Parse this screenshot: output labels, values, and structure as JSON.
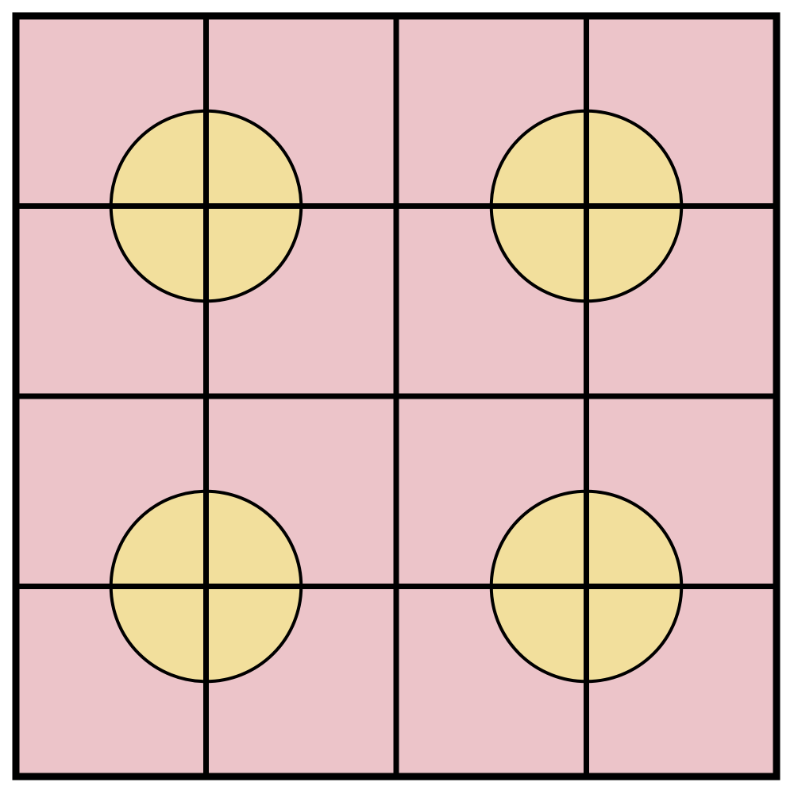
{
  "grid": {
    "rows": 4,
    "columns": 4,
    "cell_color": "#ecc4c9",
    "line_color": "#000000"
  },
  "circles": {
    "fill_color": "#f2df9c",
    "stroke_color": "#000000",
    "count": 4,
    "centers_at_grid_points": [
      {
        "col": 1,
        "row": 1
      },
      {
        "col": 3,
        "row": 1
      },
      {
        "col": 1,
        "row": 3
      },
      {
        "col": 3,
        "row": 3
      }
    ],
    "diameter_in_cells": 1
  }
}
